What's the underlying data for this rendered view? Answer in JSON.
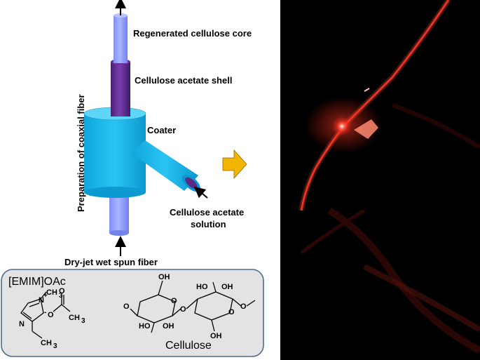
{
  "labels": {
    "core": "Regenerated cellulose core",
    "shell": "Cellulose acetate shell",
    "coater": "Coater",
    "solution_line1": "Cellulose acetate",
    "solution_line2": "solution",
    "fiber": "Dry-jet wet spun fiber",
    "vertical": "Preparation of coaxial fiber"
  },
  "chemistry": {
    "ionic_liquid": "[EMIM]OAc",
    "cellulose": "Cellulose",
    "atoms": {
      "n_plus": "N",
      "plus": "+",
      "n": "N",
      "ch3_a": "CH",
      "ch3_b": "CH",
      "ch3_c": "CH",
      "sub3": "3",
      "o_dbl": "O",
      "o_minus": "O",
      "minus": "-",
      "oh": "OH",
      "ho": "HO",
      "o": "O"
    }
  },
  "colors": {
    "core": "#8c9cff",
    "shell": "#5b2a86",
    "coater": "#12b4e8",
    "arrow": "#f2b400",
    "photo_bg": "#000000",
    "glow": "#ff2a1a",
    "panel_bg": "#e3e3e3",
    "panel_border": "#4d6b8a"
  }
}
